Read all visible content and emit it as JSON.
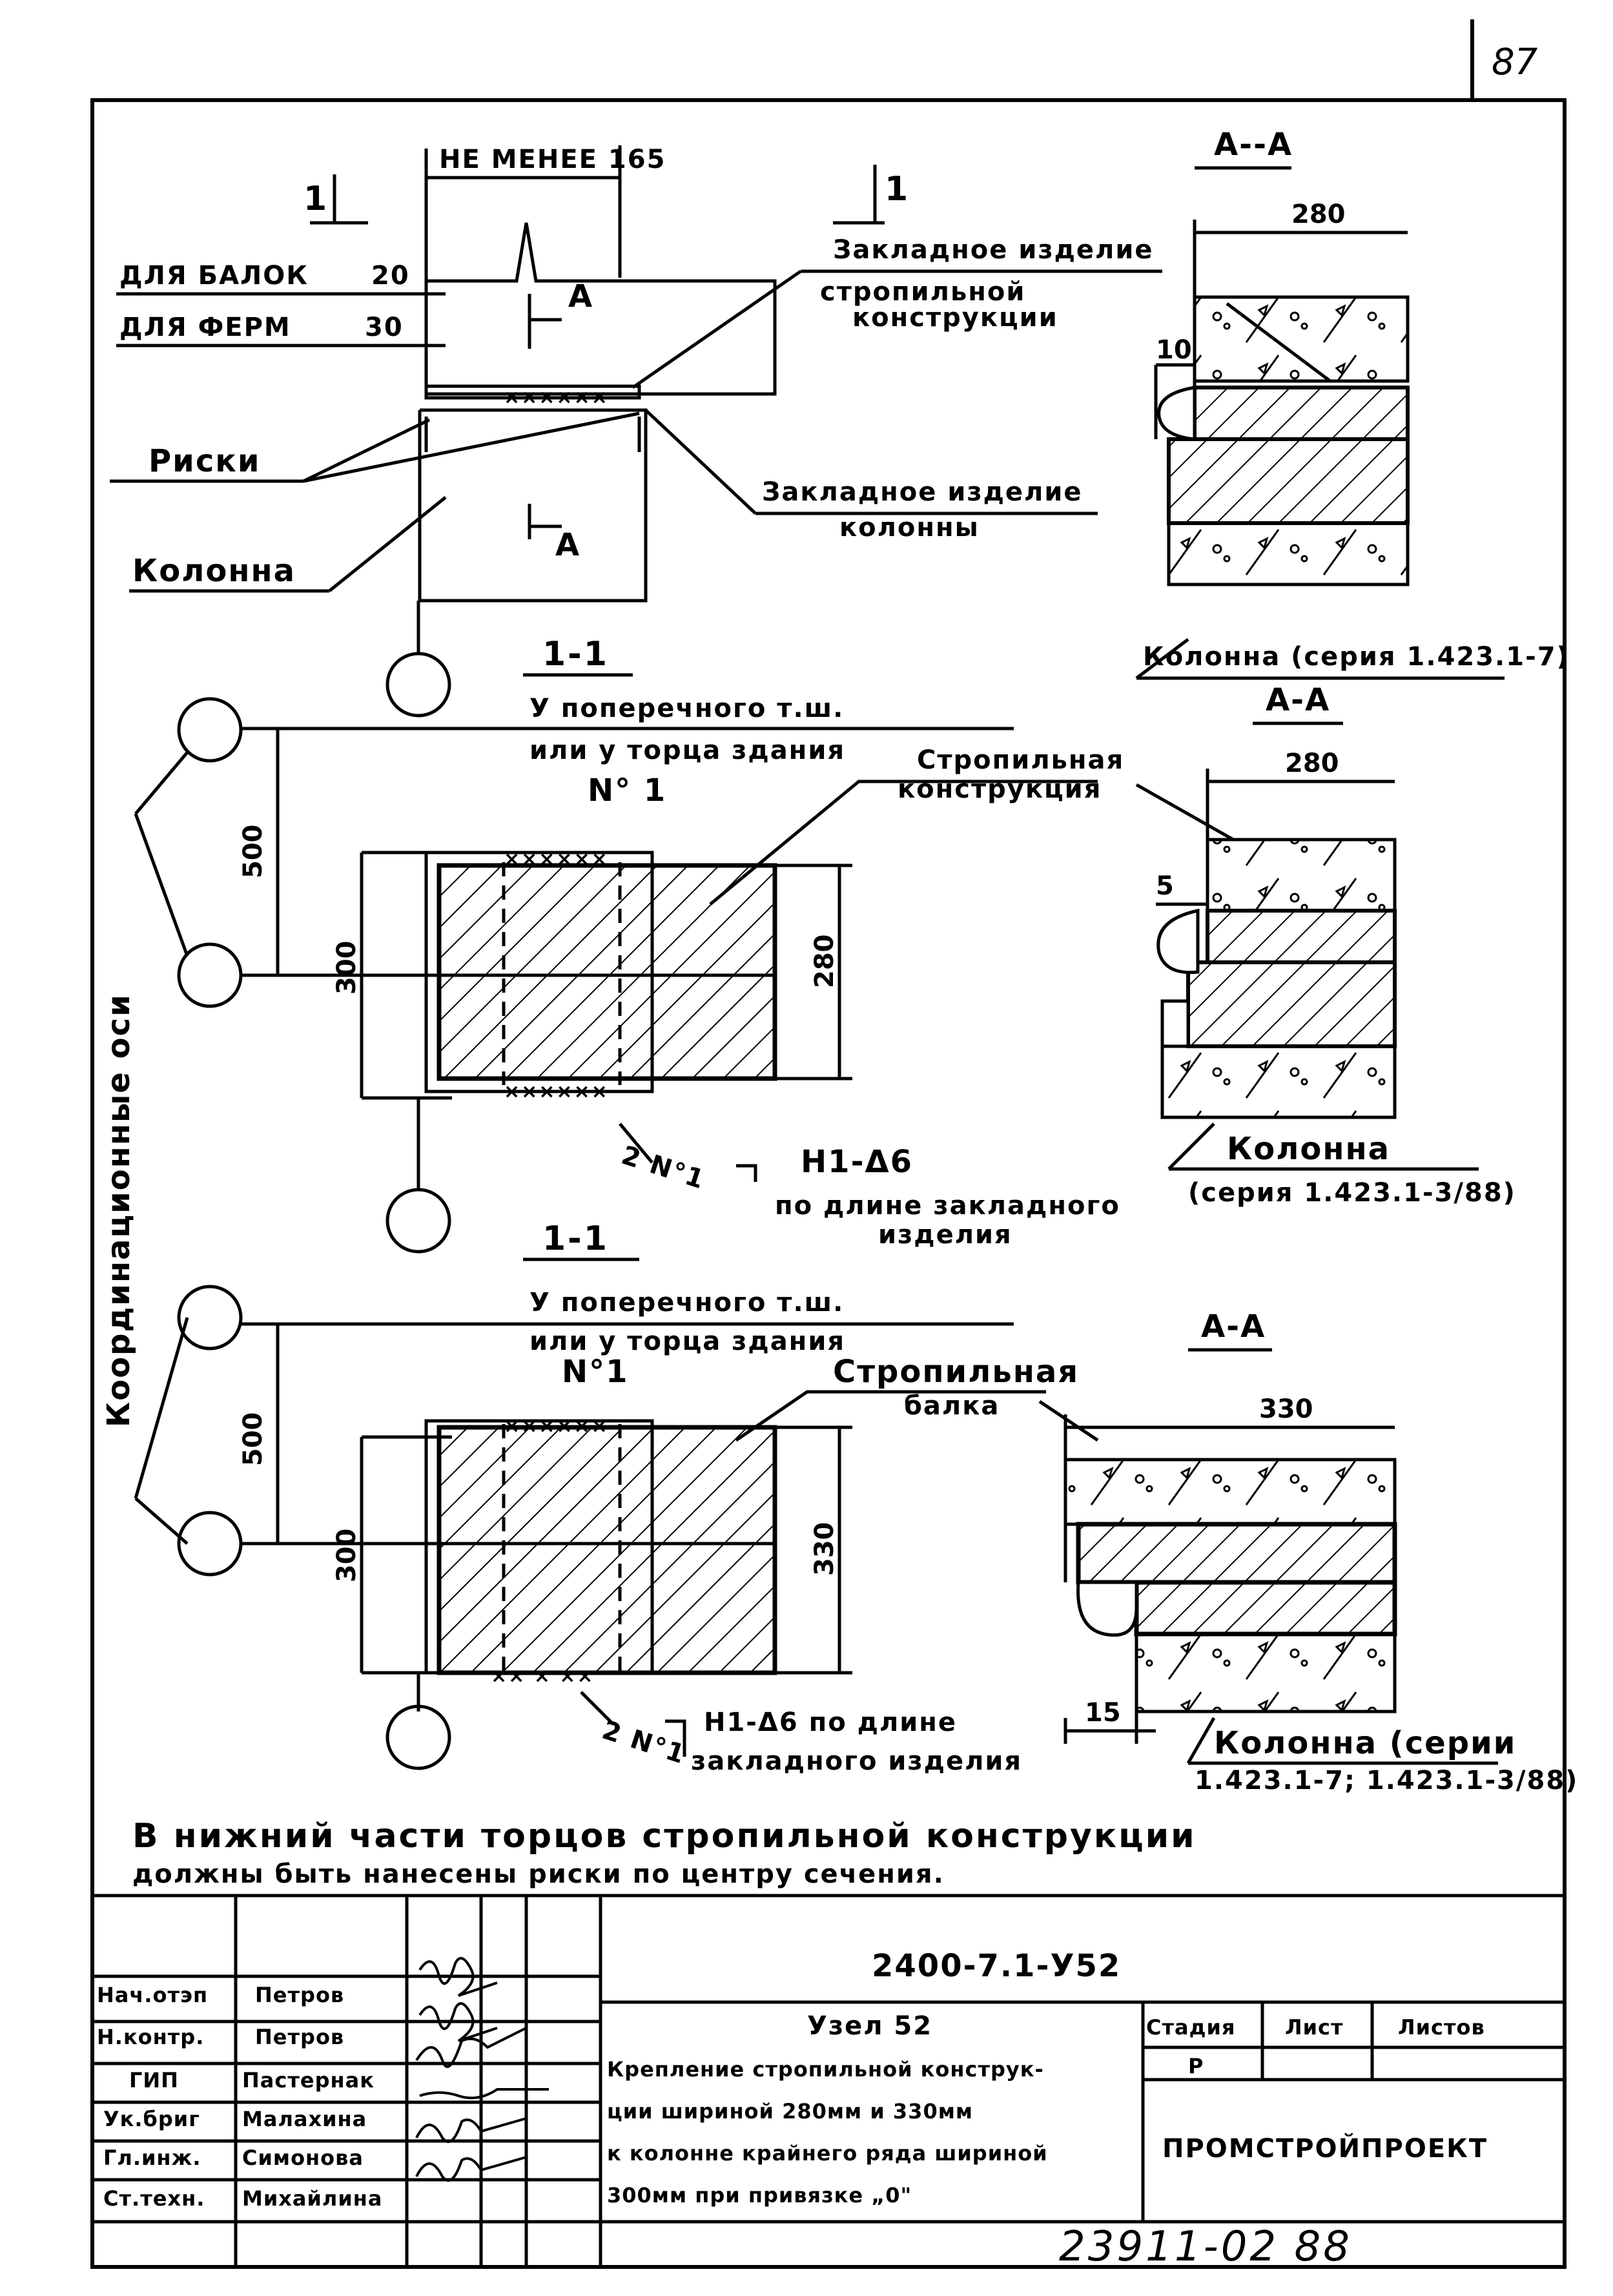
{
  "sheet_number": "87",
  "detail1": {
    "min_label": "НЕ МЕНЕЕ 165",
    "section_mark_left": "1",
    "section_mark_right": "1",
    "beams_label": "ДЛЯ БАЛОК",
    "beams_value": "20",
    "trusses_label": "ДЛЯ ФЕРМ",
    "trusses_value": "30",
    "section_letter_top": "А",
    "section_letter_bottom": "А",
    "risk_label": "Риски",
    "column_label": "Колонна",
    "embed_roof_1": "Закладное изделие",
    "embed_roof_2": "стропильной",
    "embed_roof_3": "конструкции",
    "embed_col_1": "Закладное изделие",
    "embed_col_2": "колонны"
  },
  "sectionAA1": {
    "title": "А--А",
    "width": "280",
    "gap": "10",
    "column_label": "Колонна (серия 1.423.1-7)"
  },
  "section11a": {
    "title": "1-1",
    "line1": "У поперечного т.ш.",
    "line2": "или у торца здания",
    "item": "N° 1",
    "roof_label_1": "Стропильная",
    "roof_label_2": "конструкция",
    "dim_500": "500",
    "dim_300": "300",
    "dim_280": "280",
    "weld_mark": "2 N°1",
    "weld_spec": "Н1-Δ6",
    "weld_note_1": "по длине закладного",
    "weld_note_2": "изделия"
  },
  "sectionAA2": {
    "title": "А-А",
    "width": "280",
    "gap": "5",
    "column_label_1": "Колонна",
    "column_label_2": "(серия 1.423.1-3/88)"
  },
  "axes_label": "Координационные оси",
  "section11b": {
    "title": "1-1",
    "line1": "У поперечного т.ш.",
    "line2": "или у торца здания",
    "item": "N°1",
    "roof_label_1": "Стропильная",
    "roof_label_2": "балка",
    "dim_500": "500",
    "dim_300": "300",
    "dim_330": "330",
    "weld_mark": "2 N°1",
    "weld_spec": "Н1-Δ6 по длине",
    "weld_note": "закладного изделия"
  },
  "sectionAA3": {
    "title": "А-А",
    "width": "330",
    "offset": "15",
    "column_label_1": "Колонна (серии",
    "column_label_2": "1.423.1-7; 1.423.1-3/88)"
  },
  "note_line1": "В нижний части торцов стропильной конструкции",
  "note_line2": "должны быть нанесены риски по центру сечения.",
  "title_block": {
    "doc_code": "2400-7.1-У52",
    "roles": [
      "Нач.отэп",
      "Н.контр.",
      "ГИП",
      "Ук.бриг",
      "Гл.инж.",
      "Ст.техн."
    ],
    "names": [
      "Петров",
      "Петров",
      "Пастернак",
      "Малахина",
      "Симонова",
      "Михайлина"
    ],
    "node_title": "Узел 52",
    "desc1": "Крепление стропильной конструк-",
    "desc2": "ции шириной 280мм и 330мм",
    "desc3": "к колонне крайнего ряда шириной",
    "desc4": "300мм при привязке „0\"",
    "stage_header": "Стадия",
    "sheet_header": "Лист",
    "sheets_header": "Листов",
    "stage_value": "Р",
    "org": "ПРОМСТРОЙПРОЕКТ"
  },
  "archive_number": "23911-02 88"
}
